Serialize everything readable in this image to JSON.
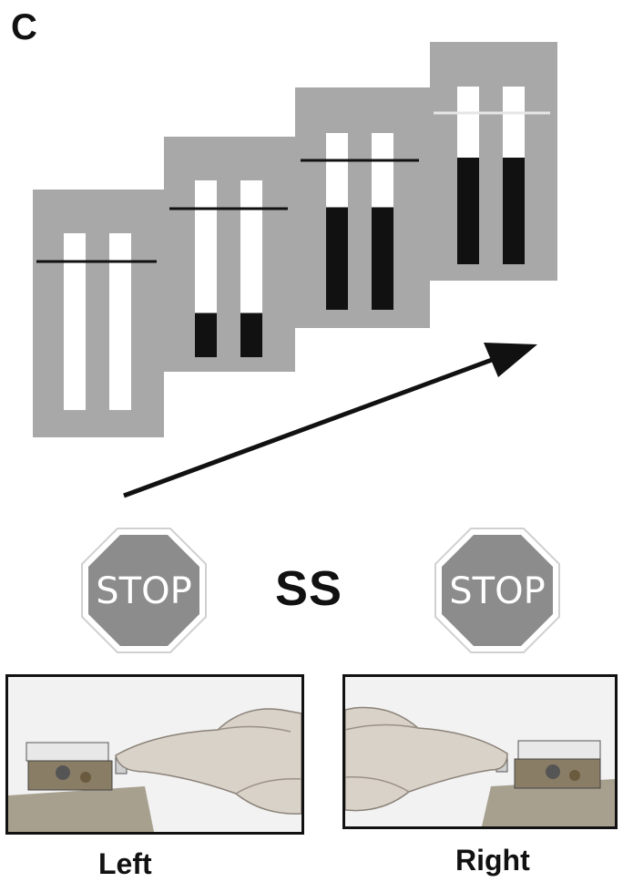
{
  "panel": {
    "letter": "C"
  },
  "center_label": "SS",
  "stop_signs": [
    {
      "text": "STOP"
    },
    {
      "text": "STOP"
    }
  ],
  "responses": [
    {
      "label": "Left"
    },
    {
      "label": "Right"
    }
  ],
  "stimulus_frames": [
    {
      "fill_fraction": 0.0,
      "line_color": "#111111"
    },
    {
      "fill_fraction": 0.25,
      "line_color": "#111111"
    },
    {
      "fill_fraction": 0.58,
      "line_color": "#111111"
    },
    {
      "fill_fraction": 0.6,
      "line_color": "#e6e6e6"
    }
  ],
  "colors": {
    "frame_bg": "#a8a8a8",
    "bar_empty": "#ffffff",
    "bar_fill": "#111111",
    "stop_octagon": "#8c8c8c",
    "stop_text": "#ffffff"
  }
}
